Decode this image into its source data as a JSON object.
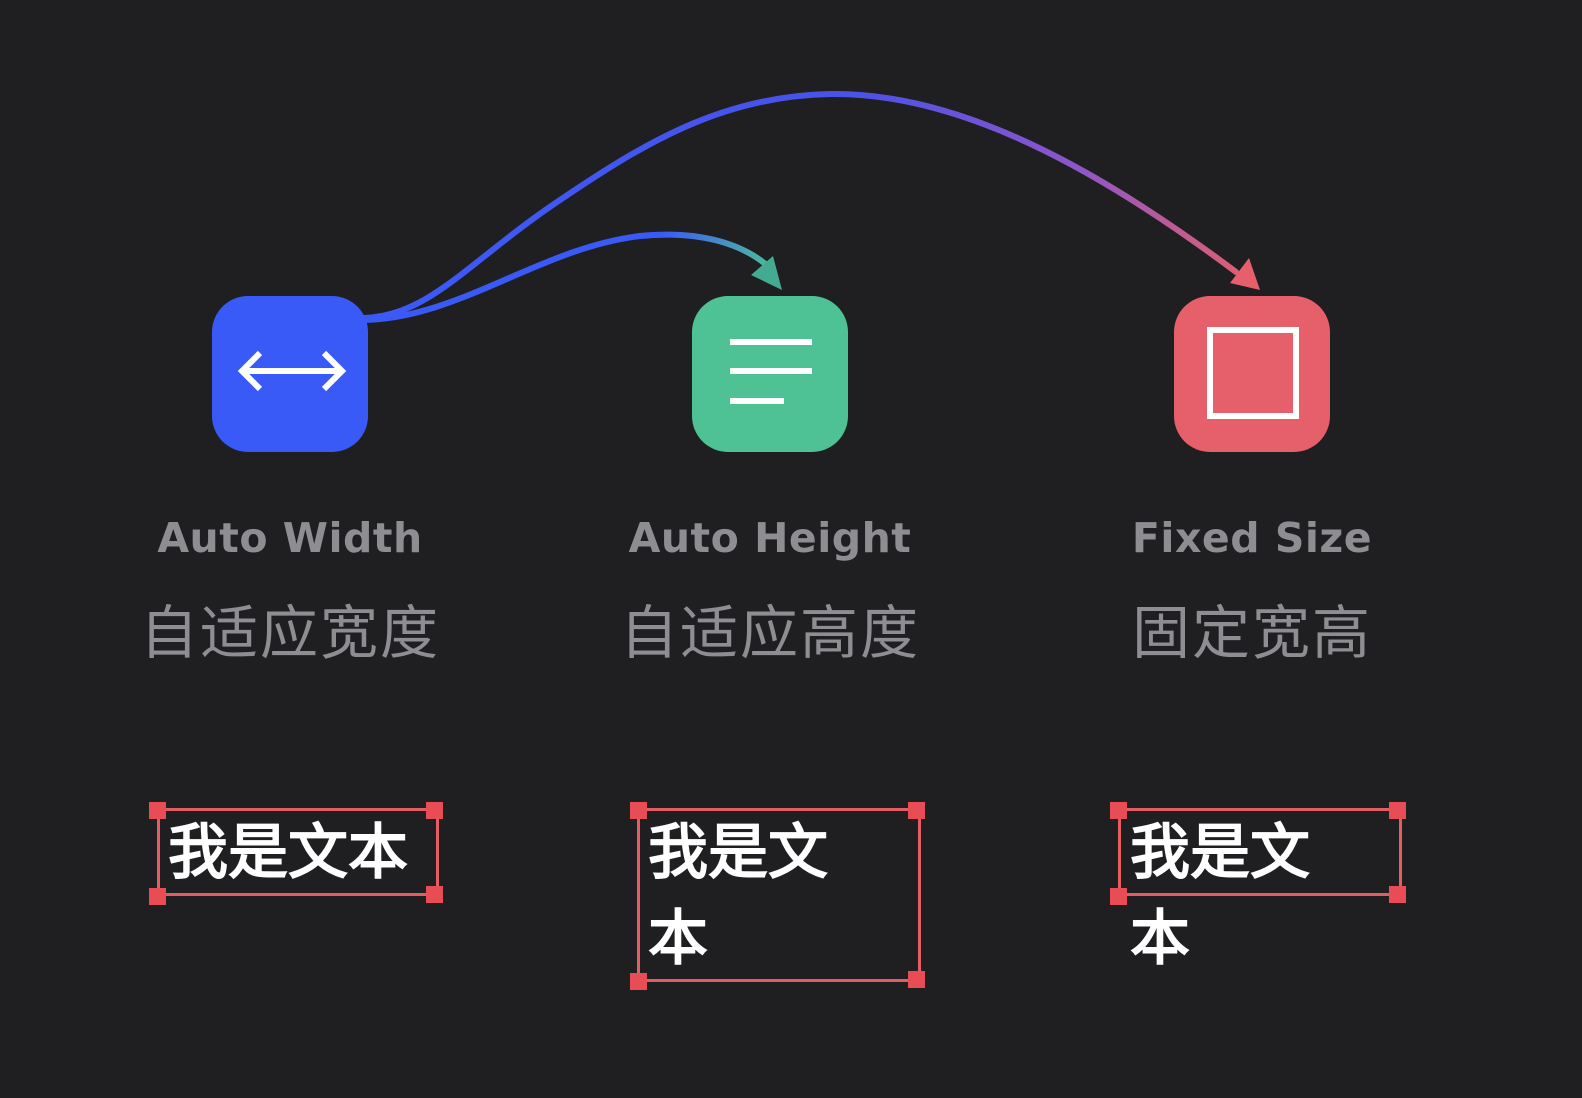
{
  "modes": [
    {
      "id": "auto-width",
      "label_en": "Auto Width",
      "label_zh": "自适应宽度",
      "icon": "horizontal-arrows-icon",
      "color": "#3a5af8",
      "sample_text": "我是文本"
    },
    {
      "id": "auto-height",
      "label_en": "Auto Height",
      "label_zh": "自适应高度",
      "icon": "text-lines-icon",
      "color": "#4fc295",
      "sample_text": "我是文本"
    },
    {
      "id": "fixed-size",
      "label_en": "Fixed Size",
      "label_zh": "固定宽高",
      "icon": "square-frame-icon",
      "color": "#e5606a",
      "sample_text": "我是文本"
    }
  ],
  "colors": {
    "background": "#1f1e21",
    "label": "#8e8e92",
    "selection": "#e35d63",
    "arrow_start": "#3a5af8",
    "arrow_mid": "#4fc295",
    "arrow_end": "#e5606a"
  }
}
